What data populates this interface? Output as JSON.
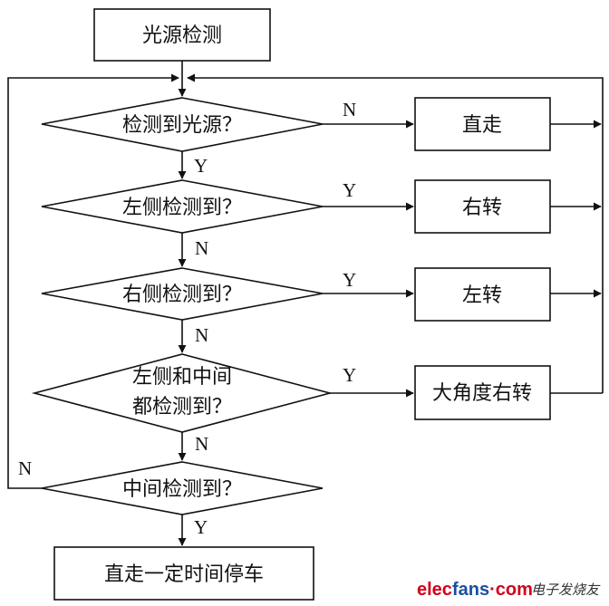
{
  "nodes": {
    "start": "光源检测",
    "d_source": "检测到光源？",
    "d_left": "左侧检测到？",
    "d_right": "右侧检测到？",
    "d_both_1": "左侧和中间",
    "d_both_2": "都检测到？",
    "d_middle": "中间检测到？",
    "a_straight": "直走",
    "a_right": "右转",
    "a_left": "左转",
    "a_bigright": "大角度右转",
    "end": "直走一定时间停车"
  },
  "branches": {
    "source_no": "N",
    "source_yes": "Y",
    "left_yes": "Y",
    "left_no": "N",
    "right_yes": "Y",
    "right_no": "N",
    "both_yes": "Y",
    "both_no": "N",
    "middle_no": "N",
    "middle_yes": "Y"
  },
  "watermark": {
    "en_a": "elec",
    "en_b": "fans",
    "en_c": "·com",
    "cn": "电子发烧友",
    "color_red": "#d0021b",
    "color_blue": "#1a4fa0"
  }
}
